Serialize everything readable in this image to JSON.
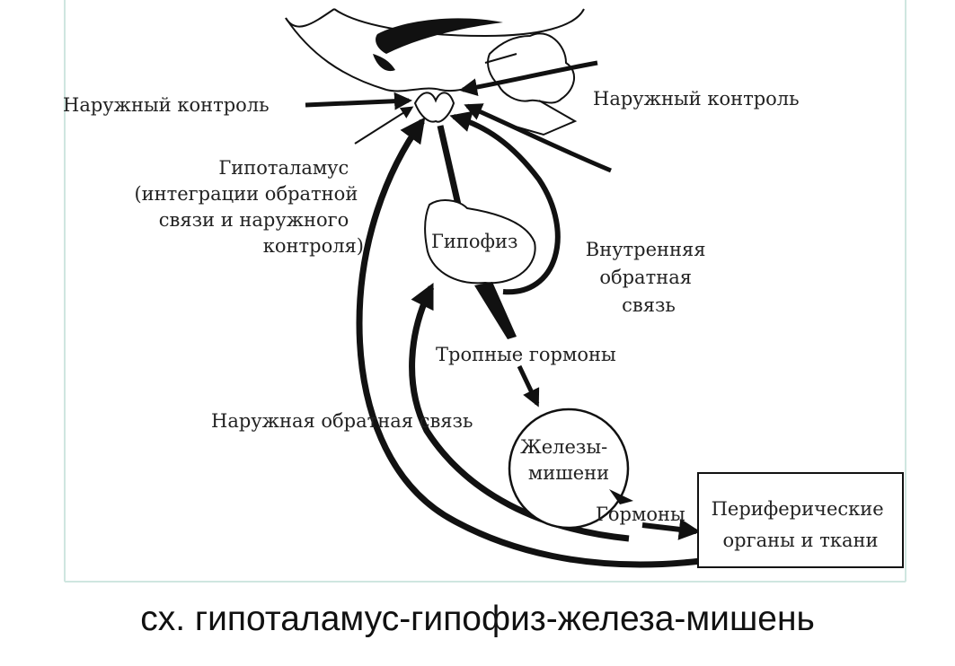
{
  "diagram": {
    "labels": {
      "external_control_left": "Наружный контроль",
      "external_control_right": "Наружный контроль",
      "hypothalamus": [
        "Гипоталамус",
        "(интеграции обратной",
        "связи и наружного",
        "контроля)"
      ],
      "pituitary": "Гипофиз",
      "internal_feedback": [
        "Внутренняя",
        "обратная",
        "связь"
      ],
      "tropic_hormones": "Тропные гормоны",
      "external_feedback": "Наружная обратная связь",
      "target_glands": [
        "Железы-",
        "мишени"
      ],
      "hormones": "Гормоны",
      "peripheral": [
        "Периферические",
        "органы и ткани"
      ]
    }
  },
  "caption": "сх. гипоталамус-гипофиз-железа-мишень",
  "colors": {
    "ink": "#111111",
    "frame": "#cfe6e0"
  }
}
